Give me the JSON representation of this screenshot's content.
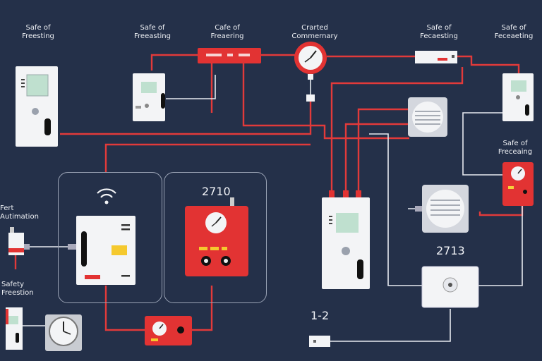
{
  "labels": {
    "top_left": "Safe of\nFreesting",
    "top_2": "Safe of\nFreeasting",
    "top_3": "Cafe of\nFreaering",
    "top_center": "Crarted\nCommernary",
    "top_right_1": "Safe of\nFecaesting",
    "top_right_2": "Safe of\nFeceaeting",
    "right_mid": "Safe of\nFreceaing",
    "left_mid": "Fert\nAutimation",
    "left_low": "Safety\nFreestion"
  },
  "numbers": {
    "panel_center": "2710",
    "right_box": "2713",
    "lower_center": "1-2"
  },
  "colors": {
    "background": "#243049",
    "wire_red": "#e63a3a",
    "wire_white": "#e8ecf2",
    "device_red": "#e23333",
    "device_white": "#f3f4f6"
  }
}
